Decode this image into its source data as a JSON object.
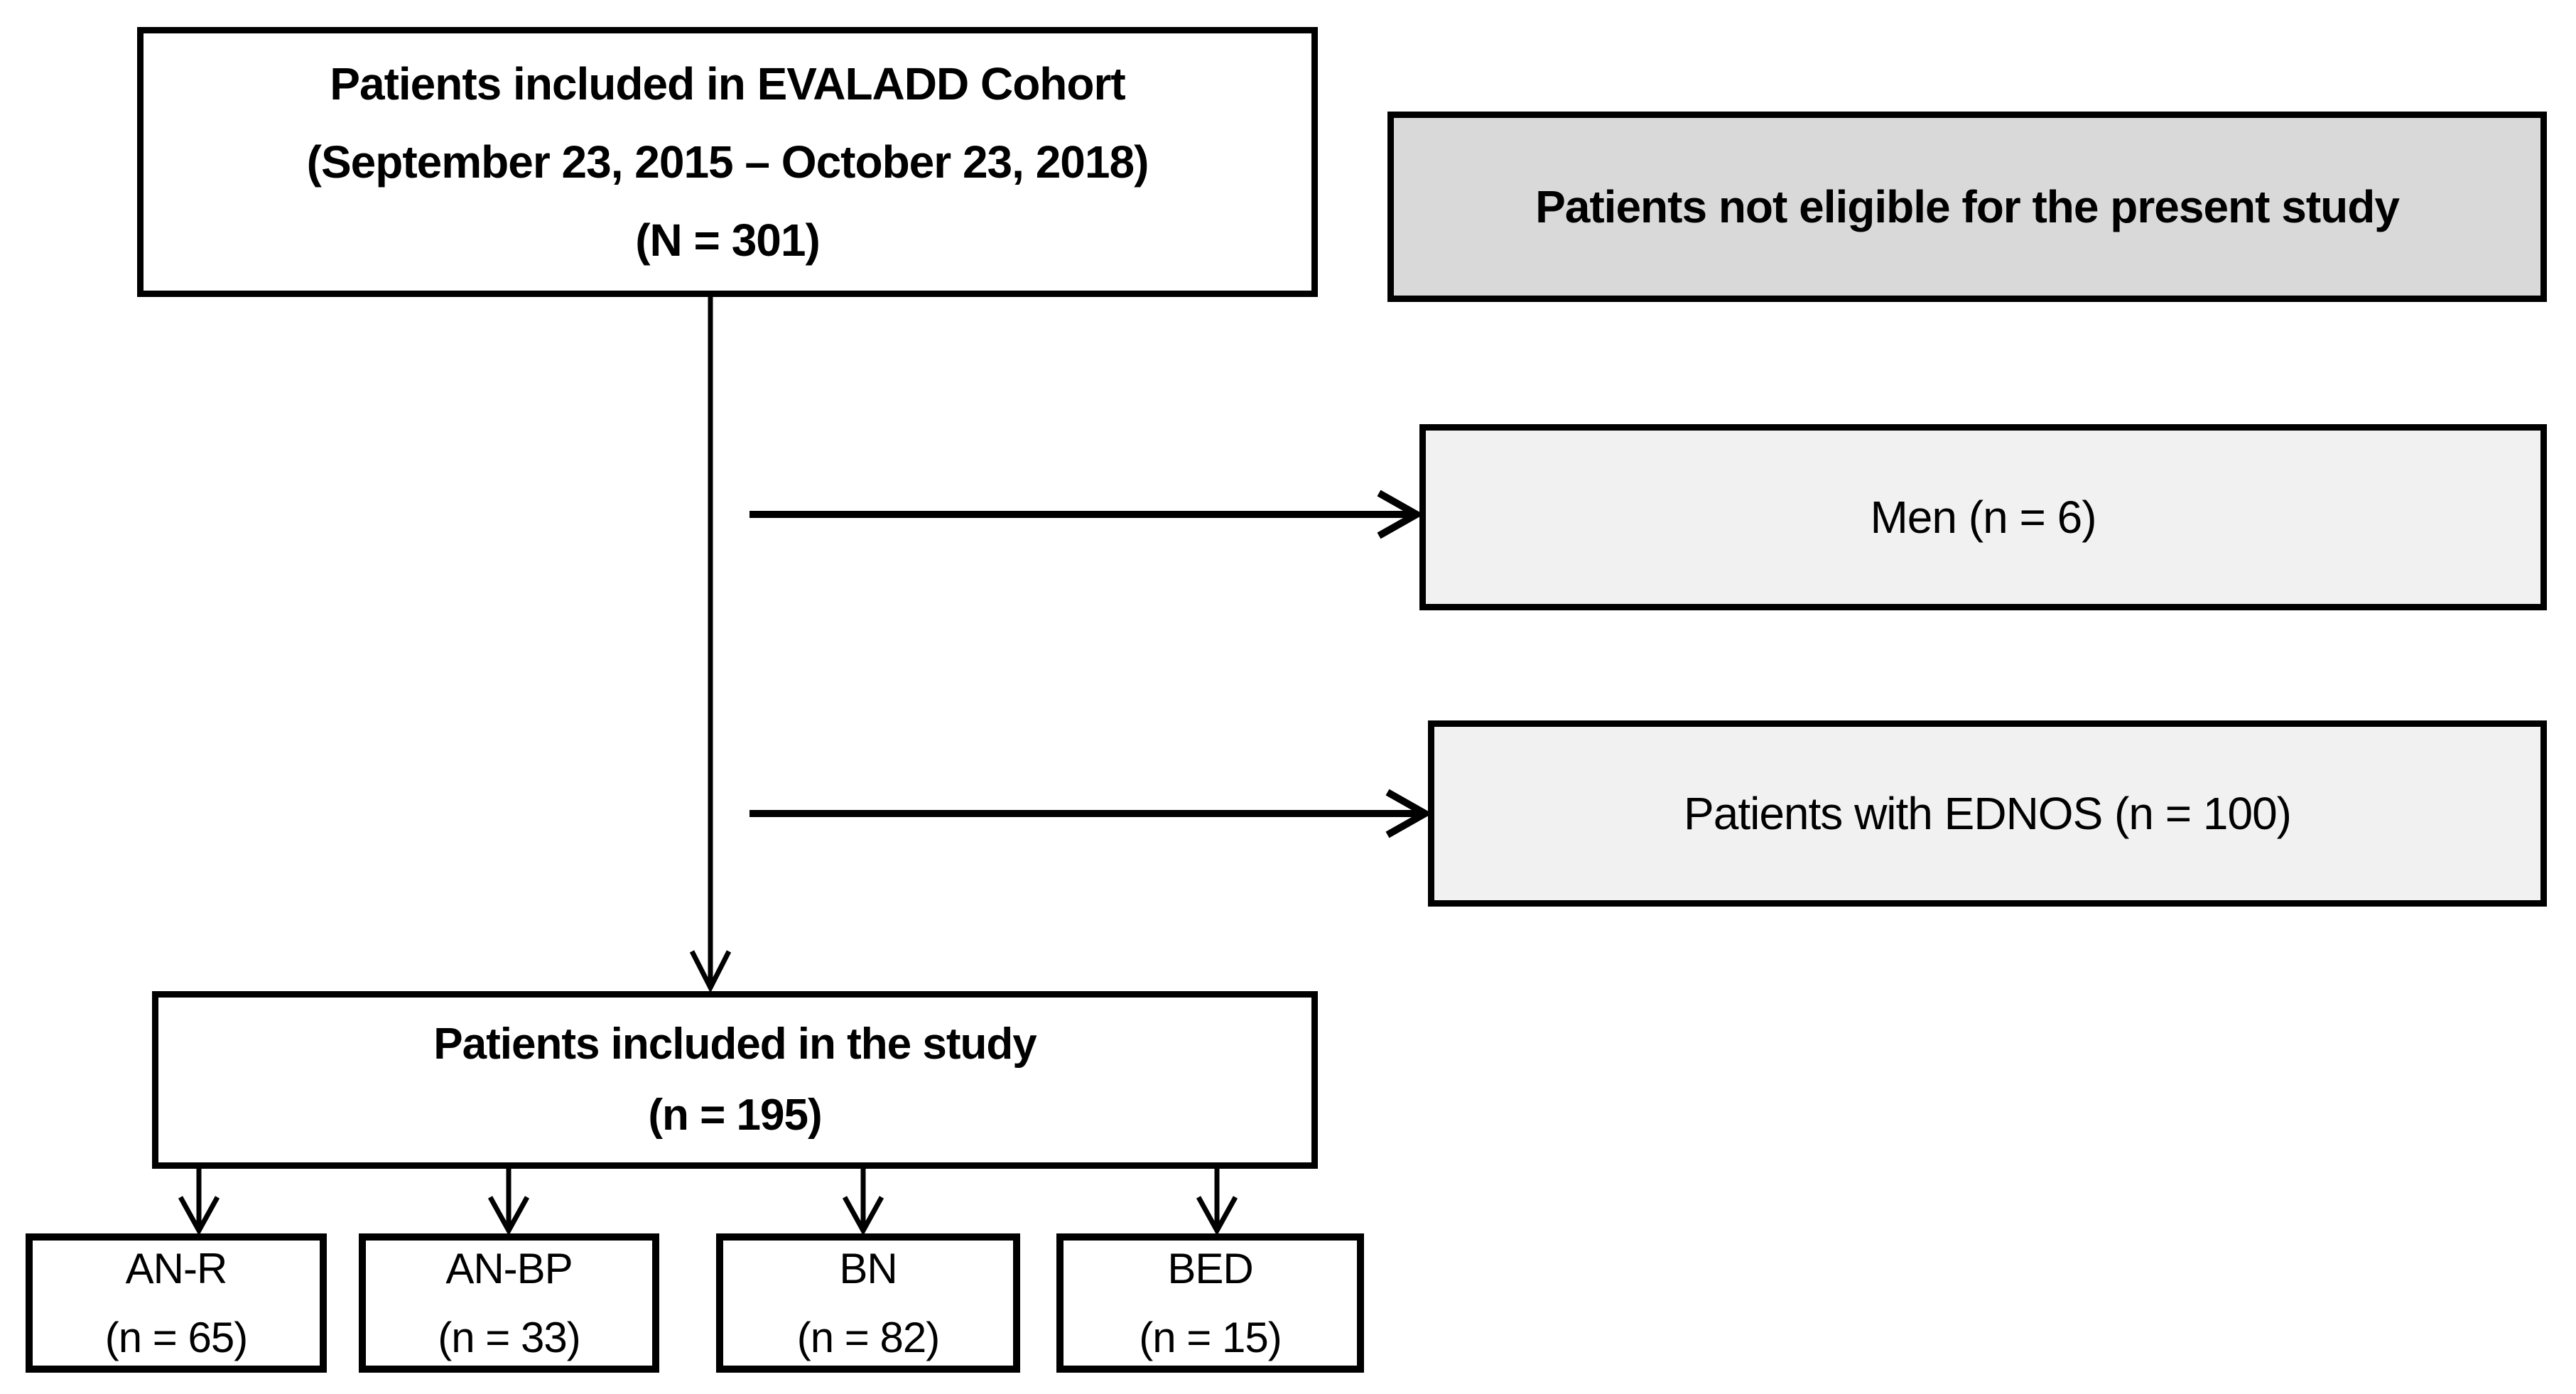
{
  "figure": {
    "background_color": "#ffffff",
    "line_color": "#000000",
    "boxes": {
      "cohort": {
        "lines": [
          "Patients included in EVALADD Cohort",
          "(September 23, 2015 – October 23, 2018)",
          "(N = 301)"
        ],
        "fill": "#ffffff",
        "bold": true
      },
      "not_eligible": {
        "lines": [
          "Patients not eligible for the present study"
        ],
        "fill": "#d9d9d9",
        "bold": true
      },
      "men": {
        "lines": [
          "Men (n = 6)"
        ],
        "fill": "#f1f1f1",
        "bold": false
      },
      "ednos": {
        "lines": [
          "Patients with EDNOS (n = 100)"
        ],
        "fill": "#f1f1f1",
        "bold": false
      },
      "study": {
        "lines": [
          "Patients included in the study",
          "(n = 195)"
        ],
        "fill": "#ffffff",
        "bold": true
      },
      "subgroups": [
        {
          "name": "AN-R",
          "count": "(n = 65)"
        },
        {
          "name": "AN-BP",
          "count": "(n = 33)"
        },
        {
          "name": "BN",
          "count": "(n = 82)"
        },
        {
          "name": "BED",
          "count": "(n = 15)"
        }
      ]
    }
  }
}
